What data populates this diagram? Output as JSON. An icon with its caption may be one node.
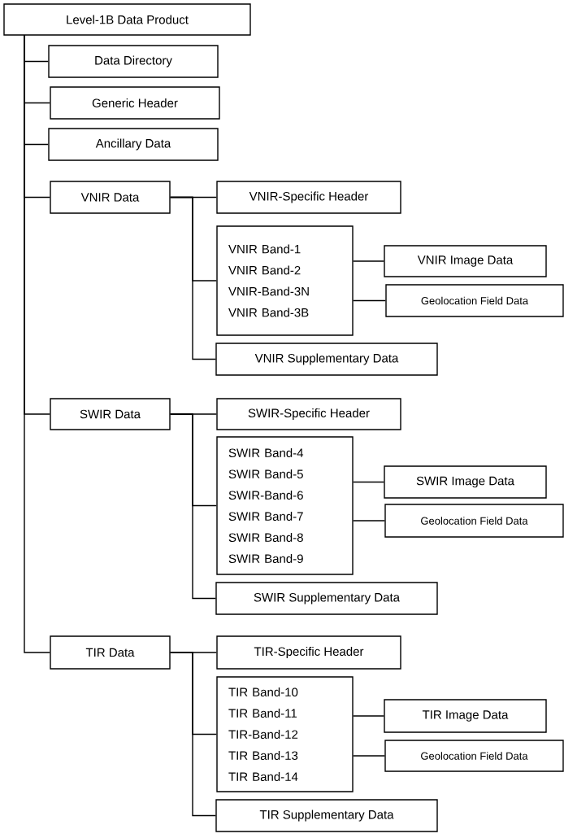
{
  "diagram": {
    "nodes": [
      {
        "text": [
          "Level-1B Data Product"
        ]
      },
      {
        "text": [
          "Data Directory"
        ]
      },
      {
        "text": [
          "Generic Header"
        ]
      },
      {
        "text": [
          "Ancillary Data"
        ]
      },
      {
        "text": [
          "VNIR Data"
        ]
      },
      {
        "text": [
          "VNIR-Specific Header"
        ]
      },
      {
        "text": [
          "VNIR Band-1",
          "VNIR Band-2",
          "VNIR-Band-3N",
          "VNIR Band-3B"
        ]
      },
      {
        "text": [
          "VNIR Image Data"
        ]
      },
      {
        "text": [
          "Geolocation Field Data"
        ]
      },
      {
        "text": [
          "VNIR Supplementary Data"
        ]
      },
      {
        "text": [
          "SWIR Data"
        ]
      },
      {
        "text": [
          "SWIR-Specific Header"
        ]
      },
      {
        "text": [
          "SWIR Band-4",
          "SWIR Band-5",
          "SWIR-Band-6",
          "SWIR Band-7",
          "SWIR Band-8",
          "SWIR Band-9"
        ]
      },
      {
        "text": [
          "SWIR Image Data"
        ]
      },
      {
        "text": [
          "Geolocation Field Data"
        ]
      },
      {
        "text": [
          "SWIR Supplementary Data"
        ]
      },
      {
        "text": [
          "TIR Data"
        ]
      },
      {
        "text": [
          "TIR-Specific Header"
        ]
      },
      {
        "text": [
          "TIR Band-10",
          "TIR Band-11",
          "TIR-Band-12",
          "TIR Band-13",
          "TIR Band-14"
        ]
      },
      {
        "text": [
          "TIR Image Data"
        ]
      },
      {
        "text": [
          "Geolocation Field Data"
        ]
      },
      {
        "text": [
          "TIR Supplementary Data"
        ]
      }
    ],
    "edges": [
      {
        "from": 0,
        "to": 1,
        "arrow": "none"
      },
      {
        "from": 0,
        "to": 2,
        "arrow": "none"
      },
      {
        "from": 0,
        "to": 3,
        "arrow": "none"
      },
      {
        "from": 0,
        "to": 4,
        "arrow": "none"
      },
      {
        "from": 0,
        "to": 10,
        "arrow": "none"
      },
      {
        "from": 0,
        "to": 16,
        "arrow": "none"
      },
      {
        "from": 4,
        "to": 5,
        "arrow": "none"
      },
      {
        "from": 4,
        "to": 6,
        "arrow": "none"
      },
      {
        "from": 4,
        "to": 9,
        "arrow": "none"
      },
      {
        "from": 6,
        "to": 7,
        "arrow": "none"
      },
      {
        "from": 6,
        "to": 8,
        "arrow": "none"
      },
      {
        "from": 10,
        "to": 11,
        "arrow": "none"
      },
      {
        "from": 10,
        "to": 12,
        "arrow": "none"
      },
      {
        "from": 10,
        "to": 15,
        "arrow": "none"
      },
      {
        "from": 12,
        "to": 13,
        "arrow": "none"
      },
      {
        "from": 12,
        "to": 14,
        "arrow": "none"
      },
      {
        "from": 16,
        "to": 17,
        "arrow": "none"
      },
      {
        "from": 16,
        "to": 18,
        "arrow": "none"
      },
      {
        "from": 16,
        "to": 21,
        "arrow": "none"
      },
      {
        "from": 18,
        "to": 19,
        "arrow": "none"
      },
      {
        "from": 18,
        "to": 20,
        "arrow": "none"
      }
    ]
  }
}
